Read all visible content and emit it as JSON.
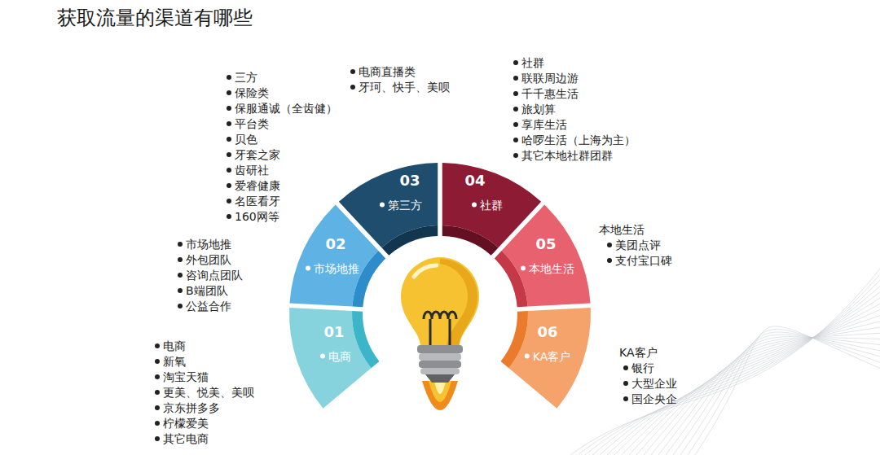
{
  "diagram": {
    "title": "获取流量的渠道有哪些",
    "nodes": [
      {
        "text": [
          "01",
          "电商"
        ]
      },
      {
        "text": [
          "02",
          "市场地推"
        ]
      },
      {
        "text": [
          "03",
          "第三方"
        ]
      },
      {
        "text": [
          "04",
          "社群"
        ]
      },
      {
        "text": [
          "05",
          "本地生活"
        ]
      },
      {
        "text": [
          "06",
          "KA客户"
        ]
      }
    ],
    "labels": [
      "三方",
      "保险类",
      "保服通诚（全齿健）",
      "平台类",
      "贝色",
      "牙套之家",
      "齿研社",
      "爱睿健康",
      "名医看牙",
      "160网等",
      "电商直播类",
      "牙珂、快手、美呗",
      "社群",
      "联联周边游",
      "千千惠生活",
      "旅划算",
      "享库生活",
      "哈啰生活（上海为主）",
      "其它本地社群团群",
      "本地生活",
      "美团点评",
      "支付宝口碑",
      "市场地推",
      "外包团队",
      "咨询点团队",
      "B端团队",
      "公益合作",
      "电商",
      "新氧",
      "淘宝天猫",
      "更美、悦美、美呗",
      "京东拼多多",
      "柠檬爱美",
      "其它电商",
      "KA客户",
      "银行",
      "大型企业",
      "国企央企"
    ]
  }
}
